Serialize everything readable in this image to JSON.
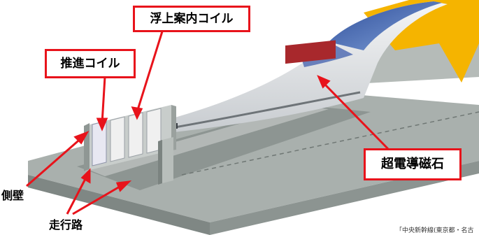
{
  "labels": {
    "levitation_guidance_coil": "浮上案内コイル",
    "propulsion_coil": "推進コイル",
    "superconducting_magnet": "超電導磁石",
    "side_wall": "側壁",
    "running_path": "走行路"
  },
  "source_note": "「中央新幹線(東京都・名古",
  "colors": {
    "callout_border": "#e8131b",
    "arrow": "#e8131b",
    "guideway": "#9aa3a0",
    "sun": "#f5b400"
  }
}
